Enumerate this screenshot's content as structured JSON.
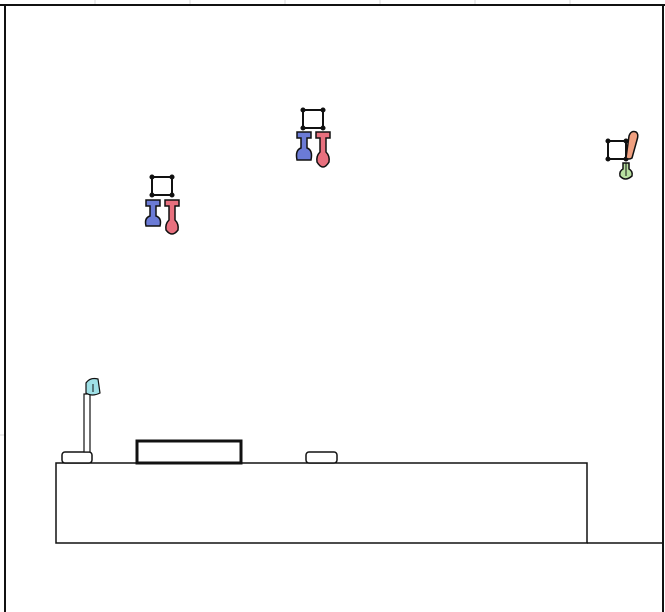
{
  "scene": {
    "background": "#ffffff",
    "line_color": "#111111",
    "colors": {
      "blue_hand": "#6b7bd6",
      "red_hand": "#e8707e",
      "orange_arm": "#f0a080",
      "green_hand": "#b8e0a0",
      "cyan_tip": "#9fe0e6",
      "grid_faint": "#d8d8d8"
    },
    "objects": [
      {
        "type": "robot-gripper-left",
        "colors": [
          "blue_hand",
          "red_hand"
        ]
      },
      {
        "type": "robot-gripper-middle",
        "colors": [
          "blue_hand",
          "red_hand"
        ]
      },
      {
        "type": "robot-arm-right",
        "colors": [
          "orange_arm",
          "green_hand"
        ]
      },
      {
        "type": "stand-pole",
        "colors": [
          "cyan_tip"
        ]
      },
      {
        "type": "tray"
      },
      {
        "type": "small-block-left"
      },
      {
        "type": "small-block-right"
      },
      {
        "type": "table"
      }
    ]
  }
}
